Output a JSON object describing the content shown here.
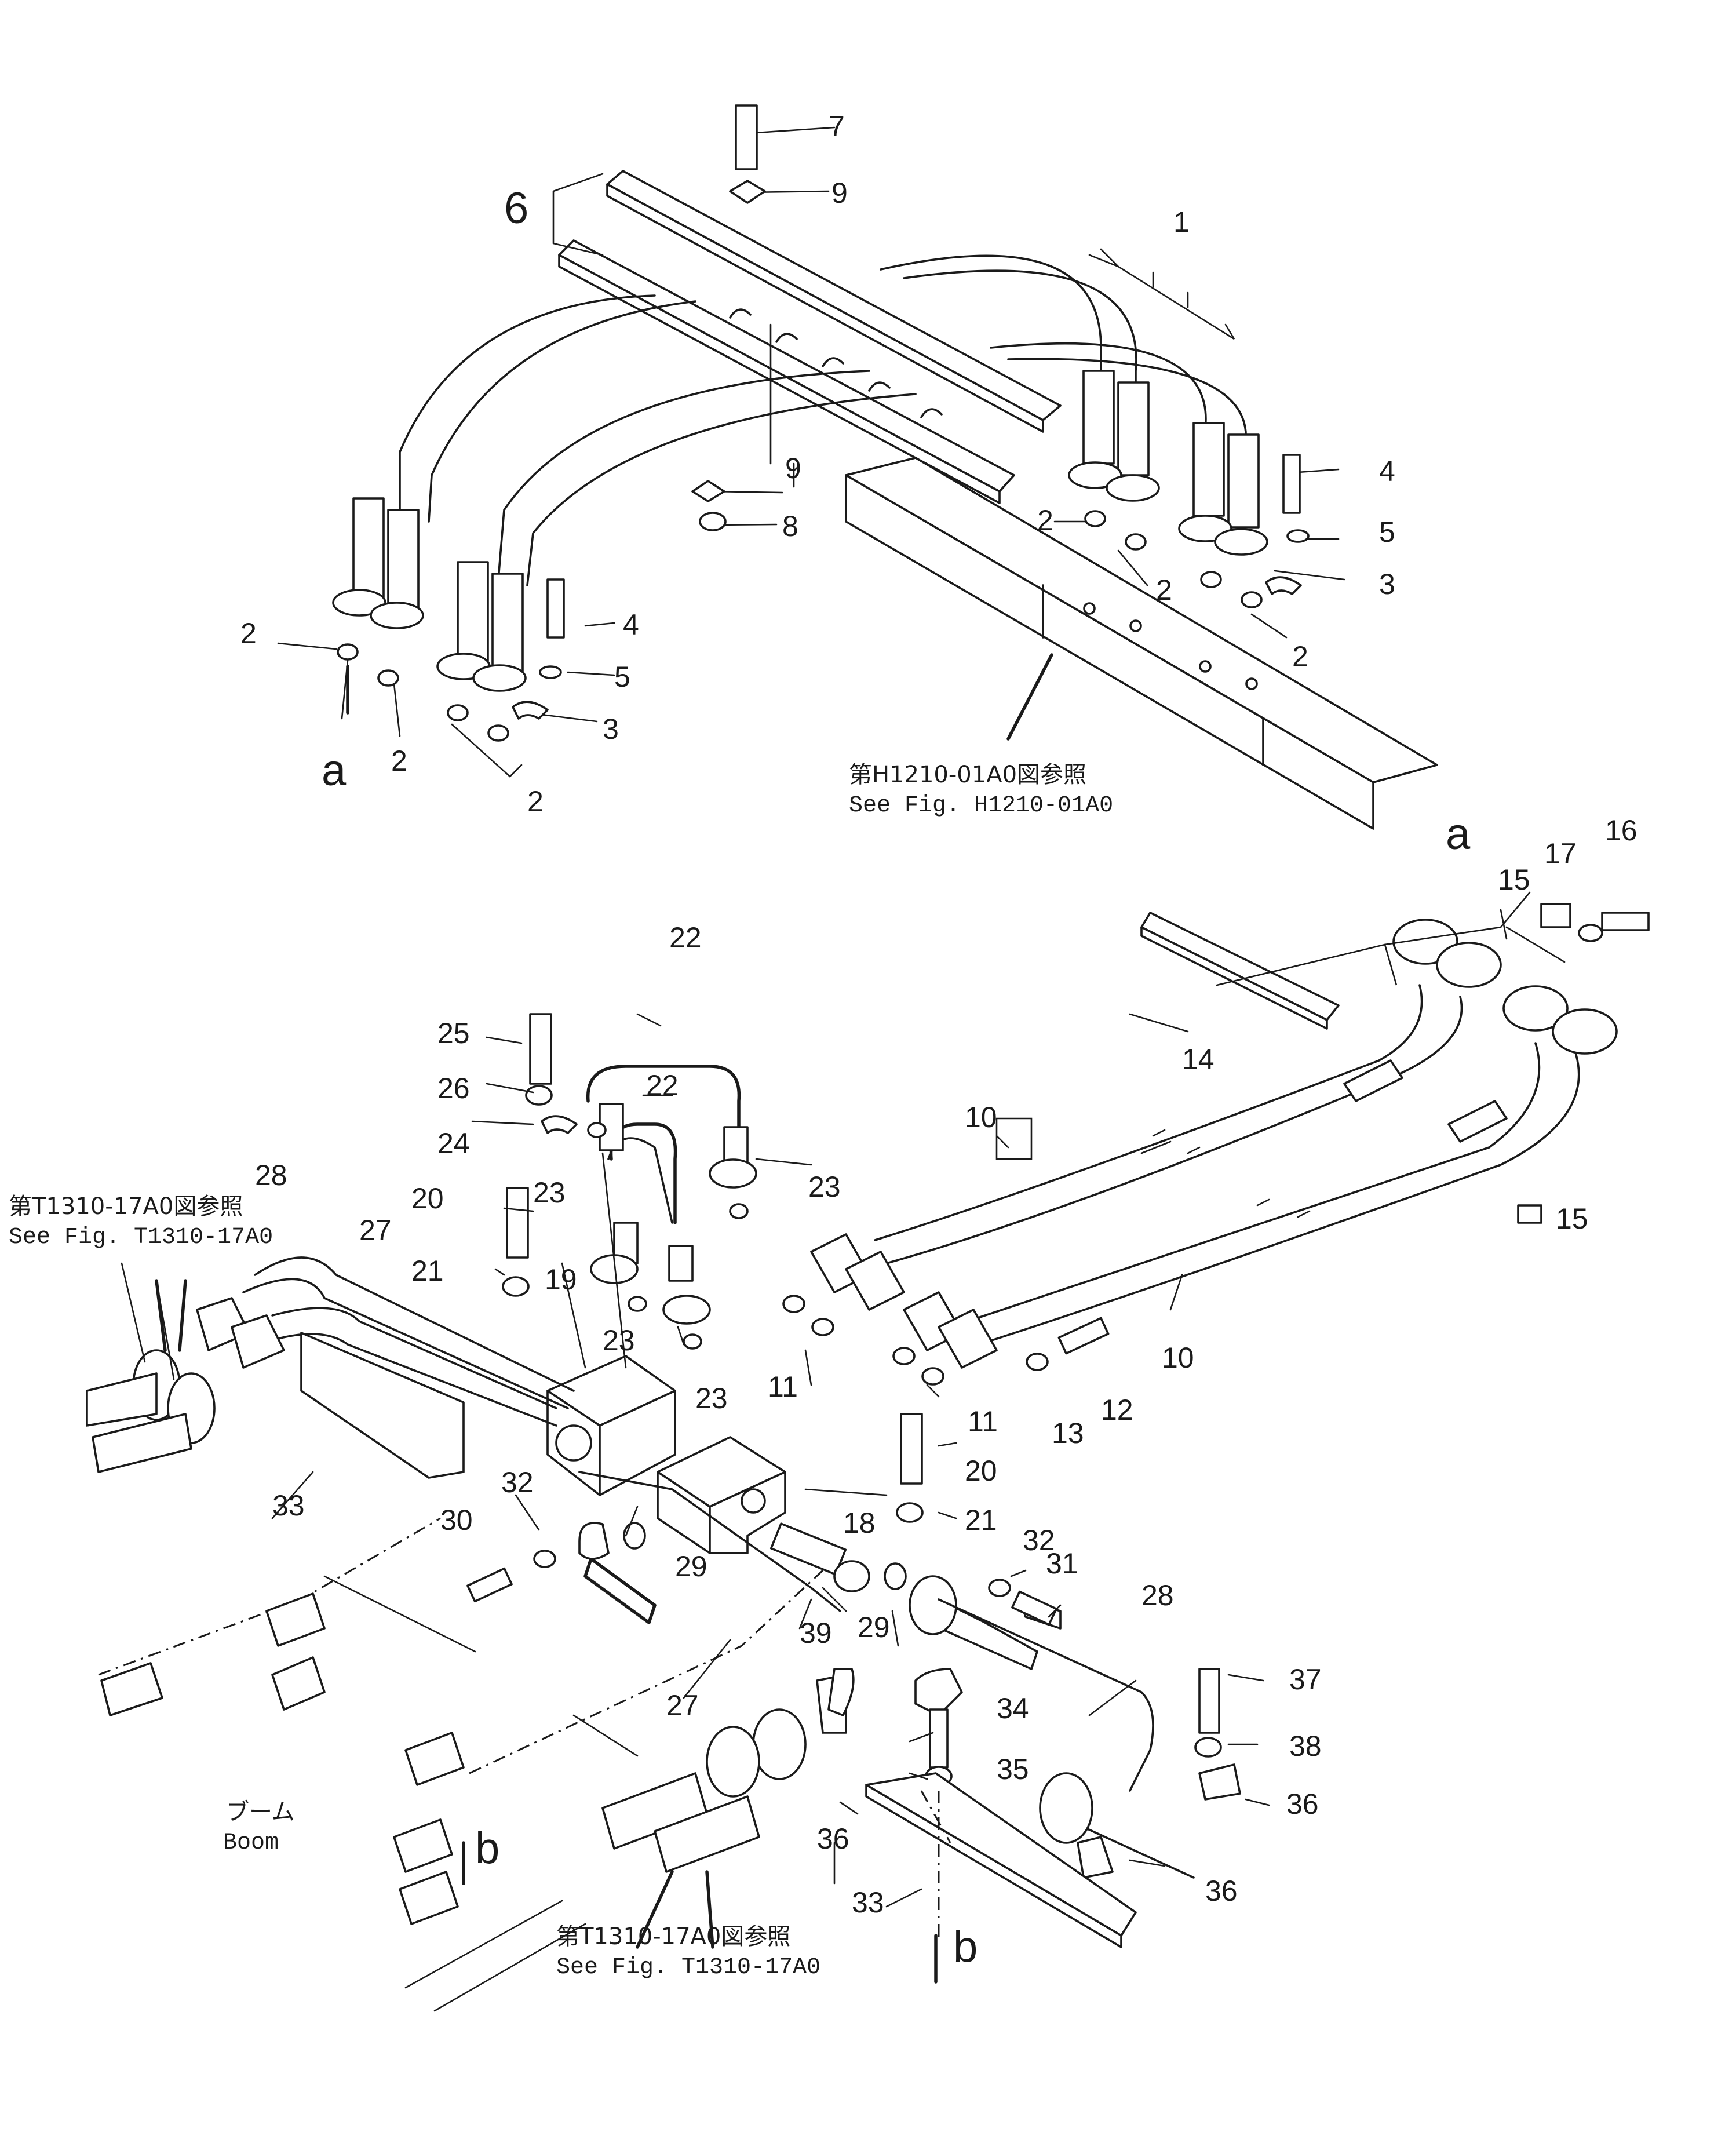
{
  "labels": {
    "p1": "1",
    "p2": "2",
    "p3": "3",
    "p4": "4",
    "p5": "5",
    "p6": "6",
    "p7": "7",
    "p8": "8",
    "p9": "9",
    "p10": "10",
    "p11": "11",
    "p12": "12",
    "p13": "13",
    "p14": "14",
    "p15": "15",
    "p16": "16",
    "p17": "17",
    "p18": "18",
    "p19": "19",
    "p20": "20",
    "p21": "21",
    "p22": "22",
    "p23": "23",
    "p24": "24",
    "p25": "25",
    "p26": "26",
    "p27": "27",
    "p28": "28",
    "p29": "29",
    "p30": "30",
    "p31": "31",
    "p32": "32",
    "p33": "33",
    "p34": "34",
    "p35": "35",
    "p36": "36",
    "p37": "37",
    "p38": "38",
    "p39": "39"
  },
  "arrows": {
    "a": "a",
    "b": "b"
  },
  "refs": {
    "h1210_jp": "第H1210-01A0図参照",
    "h1210_en": "See  Fig. H1210-01A0",
    "t1310_jp": "第T1310-17A0図参照",
    "t1310_en": "See  Fig. T1310-17A0"
  },
  "boom_jp": "ブーム",
  "boom_en": "Boom"
}
